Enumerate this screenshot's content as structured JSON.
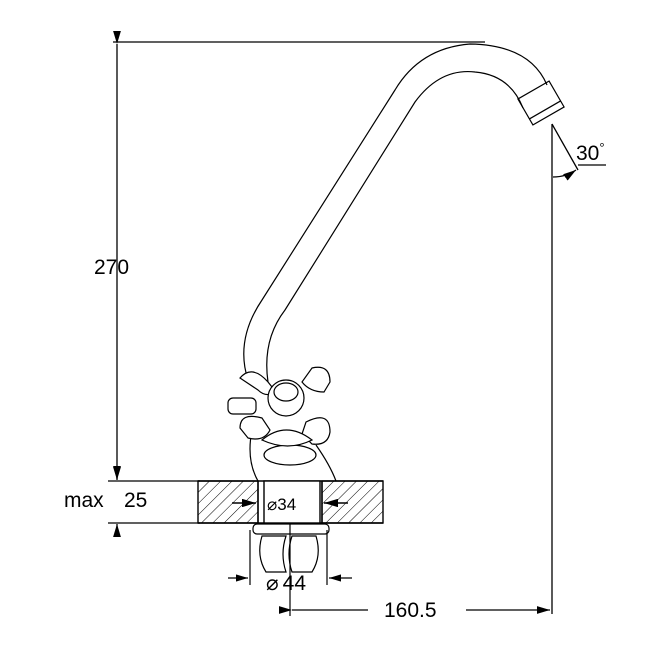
{
  "drawing": {
    "height_label": "270",
    "max_label": "max",
    "thickness_label": "25",
    "hole_diameter_label": "34",
    "base_diameter_label": "44",
    "reach_label": "160.5",
    "angle_label": "30",
    "degree_symbol": "°",
    "diameter_symbol": "⌀"
  },
  "colors": {
    "line": "#000000",
    "background": "#ffffff"
  }
}
